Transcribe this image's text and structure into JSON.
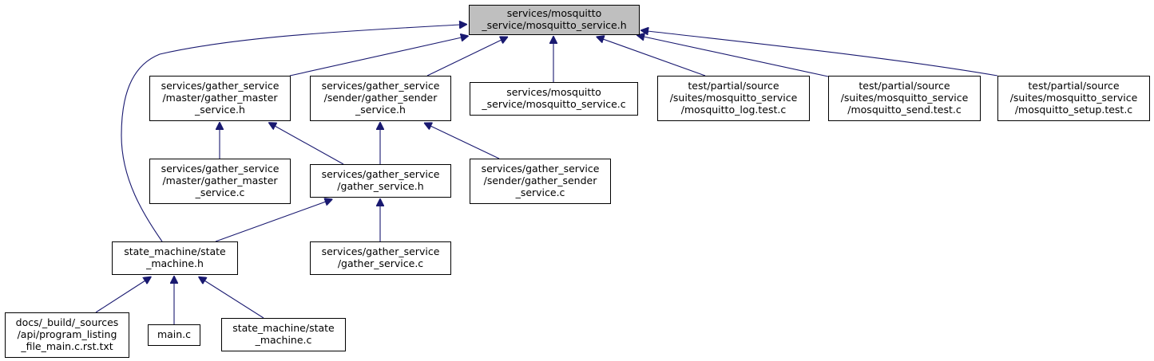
{
  "colors": {
    "node_fill": "#ffffff",
    "focus_fill": "#bfbfbf",
    "node_border": "#000000",
    "edge": "#191970"
  },
  "nodes": [
    {
      "id": "mosquitto_service_h",
      "lines": [
        "services/mosquitto",
        "_service/mosquitto_service.h"
      ],
      "focus": true
    },
    {
      "id": "gather_master_service_h",
      "lines": [
        "services/gather_service",
        "/master/gather_master",
        "_service.h"
      ]
    },
    {
      "id": "gather_sender_service_h",
      "lines": [
        "services/gather_service",
        "/sender/gather_sender",
        "_service.h"
      ]
    },
    {
      "id": "mosquitto_service_c",
      "lines": [
        "services/mosquitto",
        "_service/mosquitto_service.c"
      ]
    },
    {
      "id": "mosquitto_log_test_c",
      "lines": [
        "test/partial/source",
        "/suites/mosquitto_service",
        "/mosquitto_log.test.c"
      ]
    },
    {
      "id": "mosquitto_send_test_c",
      "lines": [
        "test/partial/source",
        "/suites/mosquitto_service",
        "/mosquitto_send.test.c"
      ]
    },
    {
      "id": "mosquitto_setup_test_c",
      "lines": [
        "test/partial/source",
        "/suites/mosquitto_service",
        "/mosquitto_setup.test.c"
      ]
    },
    {
      "id": "gather_master_service_c",
      "lines": [
        "services/gather_service",
        "/master/gather_master",
        "_service.c"
      ]
    },
    {
      "id": "gather_service_h",
      "lines": [
        "services/gather_service",
        "/gather_service.h"
      ]
    },
    {
      "id": "gather_sender_service_c",
      "lines": [
        "services/gather_service",
        "/sender/gather_sender",
        "_service.c"
      ]
    },
    {
      "id": "state_machine_h",
      "lines": [
        "state_machine/state",
        "_machine.h"
      ]
    },
    {
      "id": "gather_service_c",
      "lines": [
        "services/gather_service",
        "/gather_service.c"
      ]
    },
    {
      "id": "program_listing_file_main_c_rst_txt",
      "lines": [
        "docs/_build/_sources",
        "/api/program_listing",
        "_file_main.c.rst.txt"
      ]
    },
    {
      "id": "main_c",
      "lines": [
        "main.c"
      ]
    },
    {
      "id": "state_machine_c",
      "lines": [
        "state_machine/state",
        "_machine.c"
      ]
    }
  ],
  "edges": [
    {
      "from": "gather_master_service_h",
      "to": "mosquitto_service_h"
    },
    {
      "from": "gather_sender_service_h",
      "to": "mosquitto_service_h"
    },
    {
      "from": "mosquitto_service_c",
      "to": "mosquitto_service_h"
    },
    {
      "from": "mosquitto_log_test_c",
      "to": "mosquitto_service_h"
    },
    {
      "from": "mosquitto_send_test_c",
      "to": "mosquitto_service_h"
    },
    {
      "from": "mosquitto_setup_test_c",
      "to": "mosquitto_service_h"
    },
    {
      "from": "state_machine_h",
      "to": "mosquitto_service_h"
    },
    {
      "from": "gather_master_service_c",
      "to": "gather_master_service_h"
    },
    {
      "from": "gather_service_h",
      "to": "gather_master_service_h"
    },
    {
      "from": "gather_service_h",
      "to": "gather_sender_service_h"
    },
    {
      "from": "gather_sender_service_c",
      "to": "gather_sender_service_h"
    },
    {
      "from": "state_machine_h",
      "to": "gather_service_h"
    },
    {
      "from": "gather_service_c",
      "to": "gather_service_h"
    },
    {
      "from": "program_listing_file_main_c_rst_txt",
      "to": "state_machine_h"
    },
    {
      "from": "main_c",
      "to": "state_machine_h"
    },
    {
      "from": "state_machine_c",
      "to": "state_machine_h"
    }
  ]
}
